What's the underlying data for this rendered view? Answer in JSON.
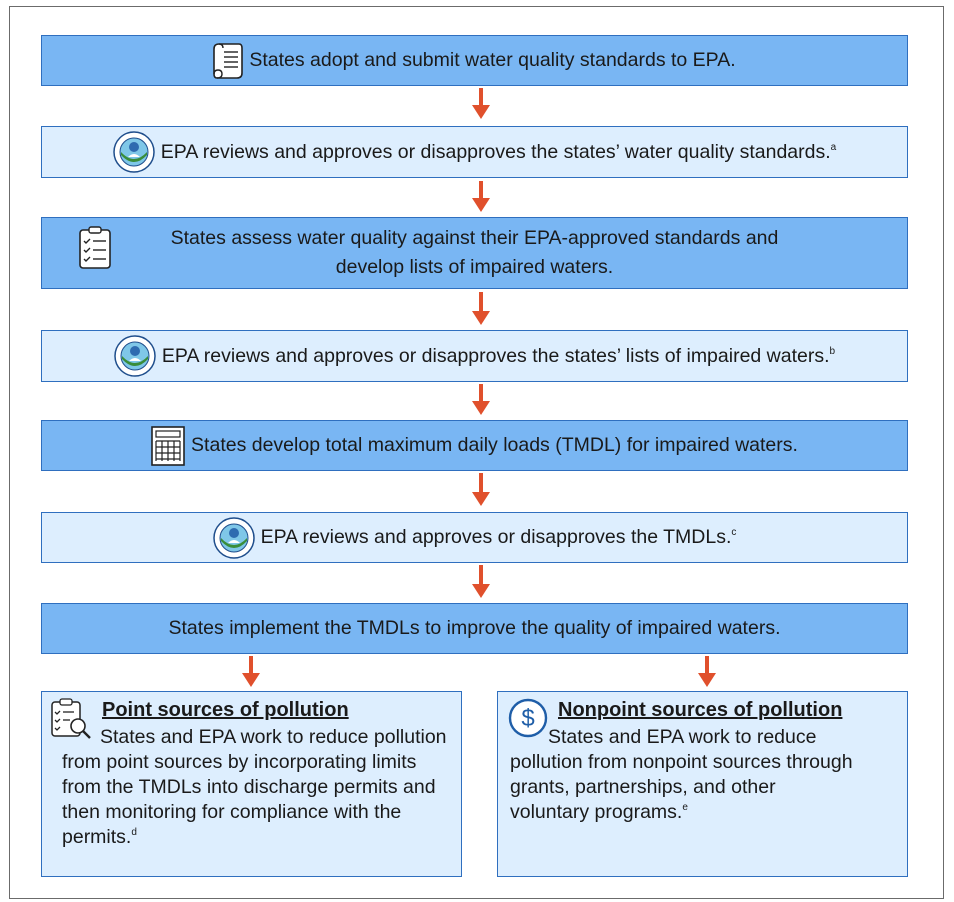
{
  "steps": [
    {
      "text": "States adopt and submit water quality standards to EPA.",
      "sup": "",
      "icon": "scroll-document-icon"
    },
    {
      "text": "EPA reviews and approves or disapproves the states’ water quality standards.",
      "sup": "a",
      "icon": "epa-seal-icon"
    },
    {
      "text_line1": "States assess water quality against their EPA-approved standards and",
      "text_line2": "develop lists of impaired waters.",
      "sup": "",
      "icon": "checklist-icon"
    },
    {
      "text": "EPA reviews and approves or disapproves the states’ lists of impaired waters.",
      "sup": "b",
      "icon": "epa-seal-icon"
    },
    {
      "text": "States develop total maximum daily loads (TMDL) for impaired waters.",
      "sup": "",
      "icon": "calculator-grid-icon"
    },
    {
      "text": "EPA reviews and approves or disapproves the TMDLs.",
      "sup": "c",
      "icon": "epa-seal-icon"
    },
    {
      "text": "States implement the TMDLs to improve the quality of impaired waters.",
      "sup": "",
      "icon": ""
    }
  ],
  "point_sources": {
    "title": "Point sources of pollution",
    "body": "States and EPA work to reduce pollution from point sources by incorporating limits from the TMDLs into discharge permits and then monitoring for compliance with the permits.",
    "sup": "d",
    "icon": "checklist-magnifier-icon"
  },
  "nonpoint_sources": {
    "title": "Nonpoint sources of pollution",
    "body": "States and EPA work to reduce pollution from nonpoint sources through grants, partnerships, and other voluntary programs.",
    "sup": "e",
    "icon": "dollar-circle-icon"
  },
  "colors": {
    "dark_box": "#79b6f3",
    "light_box": "#ddeefe",
    "border": "#2f6fbf",
    "arrow": "#e0502c"
  }
}
